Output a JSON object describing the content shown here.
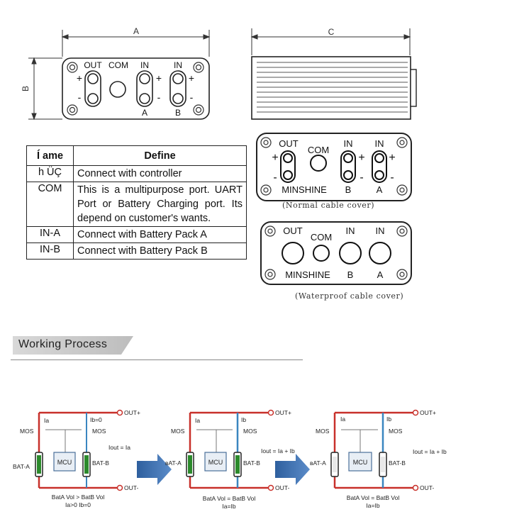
{
  "dimensions": {
    "a": "A",
    "b": "B",
    "c": "C"
  },
  "connector_labels": {
    "out": "OUT",
    "com": "COM",
    "in": "IN",
    "a": "A",
    "b": "B",
    "plus": "+",
    "minus": "-",
    "brand": "MINSHINE"
  },
  "pin_table": {
    "header_name": "Í ame",
    "header_define": "Define",
    "rows": [
      {
        "name": "h ÜÇ",
        "define": "Connect with controller"
      },
      {
        "name": "COM",
        "define": "This is a multipurpose port. UART Port or Battery Charging port. Its depend on customer's wants."
      },
      {
        "name": "IN-A",
        "define": "Connect with Battery Pack A"
      },
      {
        "name": "IN-B",
        "define": "Connect with Battery Pack B"
      }
    ]
  },
  "captions": {
    "normal": "(Normal cable cover)",
    "waterproof": "(Waterproof cable cover)"
  },
  "section_title": "Working Process",
  "circuit_labels": {
    "out_plus": "OUT+",
    "out_minus": "OUT-",
    "mos": "MOS",
    "mcu": "MCU",
    "bat_a": "BAT-A",
    "bat_a_cut": "ʙAT-A",
    "bat_b": "BAT-B",
    "ia": "Ia",
    "ib": "Ib",
    "ib_zero": "Ib=0"
  },
  "process_steps": [
    {
      "iout": "Iout = Ia",
      "condition": "BatA Vol > BatB Vol",
      "current": "Ia>0  Ib=0"
    },
    {
      "iout": "Iout = Ia + Ib",
      "condition": "BatA Vol = BatB Vol",
      "current": "Ia=Ib"
    },
    {
      "iout": "Iout = Ia + Ib",
      "condition": "BatA Vol = BatB Vol",
      "current": "Ia=Ib"
    }
  ],
  "colors": {
    "wire_red": "#c8302a",
    "wire_blue": "#3a86c0",
    "battery_green": "#2c8a2c",
    "arrow_blue": "#3b6fb0"
  }
}
